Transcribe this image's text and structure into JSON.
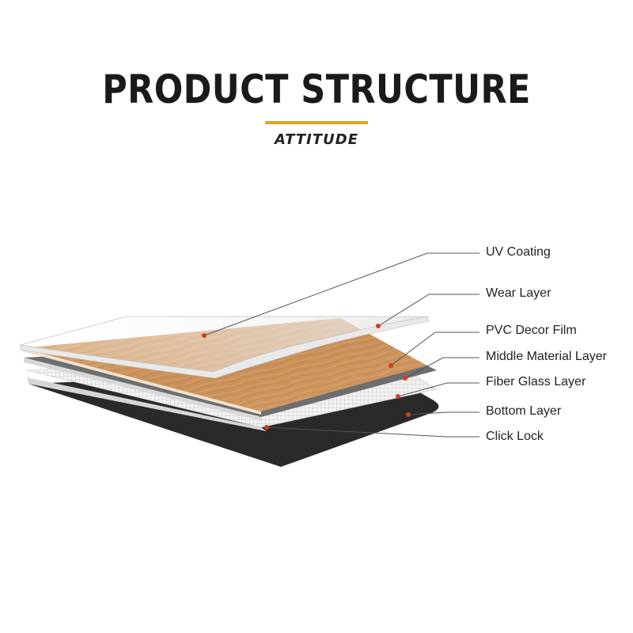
{
  "header": {
    "title": "PRODUCT STRUCTURE",
    "brand": "ATTITUDE"
  },
  "colors": {
    "accent": "#e0a820",
    "callout_dot": "#d0401c",
    "wood": "#cf9a64",
    "bottom": "#2b2b2b"
  },
  "layers": [
    {
      "id": "uv",
      "label": "UV Coating"
    },
    {
      "id": "wear",
      "label": "Wear Layer"
    },
    {
      "id": "pvc",
      "label": "PVC Decor Film"
    },
    {
      "id": "middle",
      "label": "Middle Material Layer"
    },
    {
      "id": "fiber",
      "label": "Fiber Glass Layer"
    },
    {
      "id": "bottom",
      "label": "Bottom Layer"
    },
    {
      "id": "click",
      "label": "Click Lock"
    }
  ]
}
